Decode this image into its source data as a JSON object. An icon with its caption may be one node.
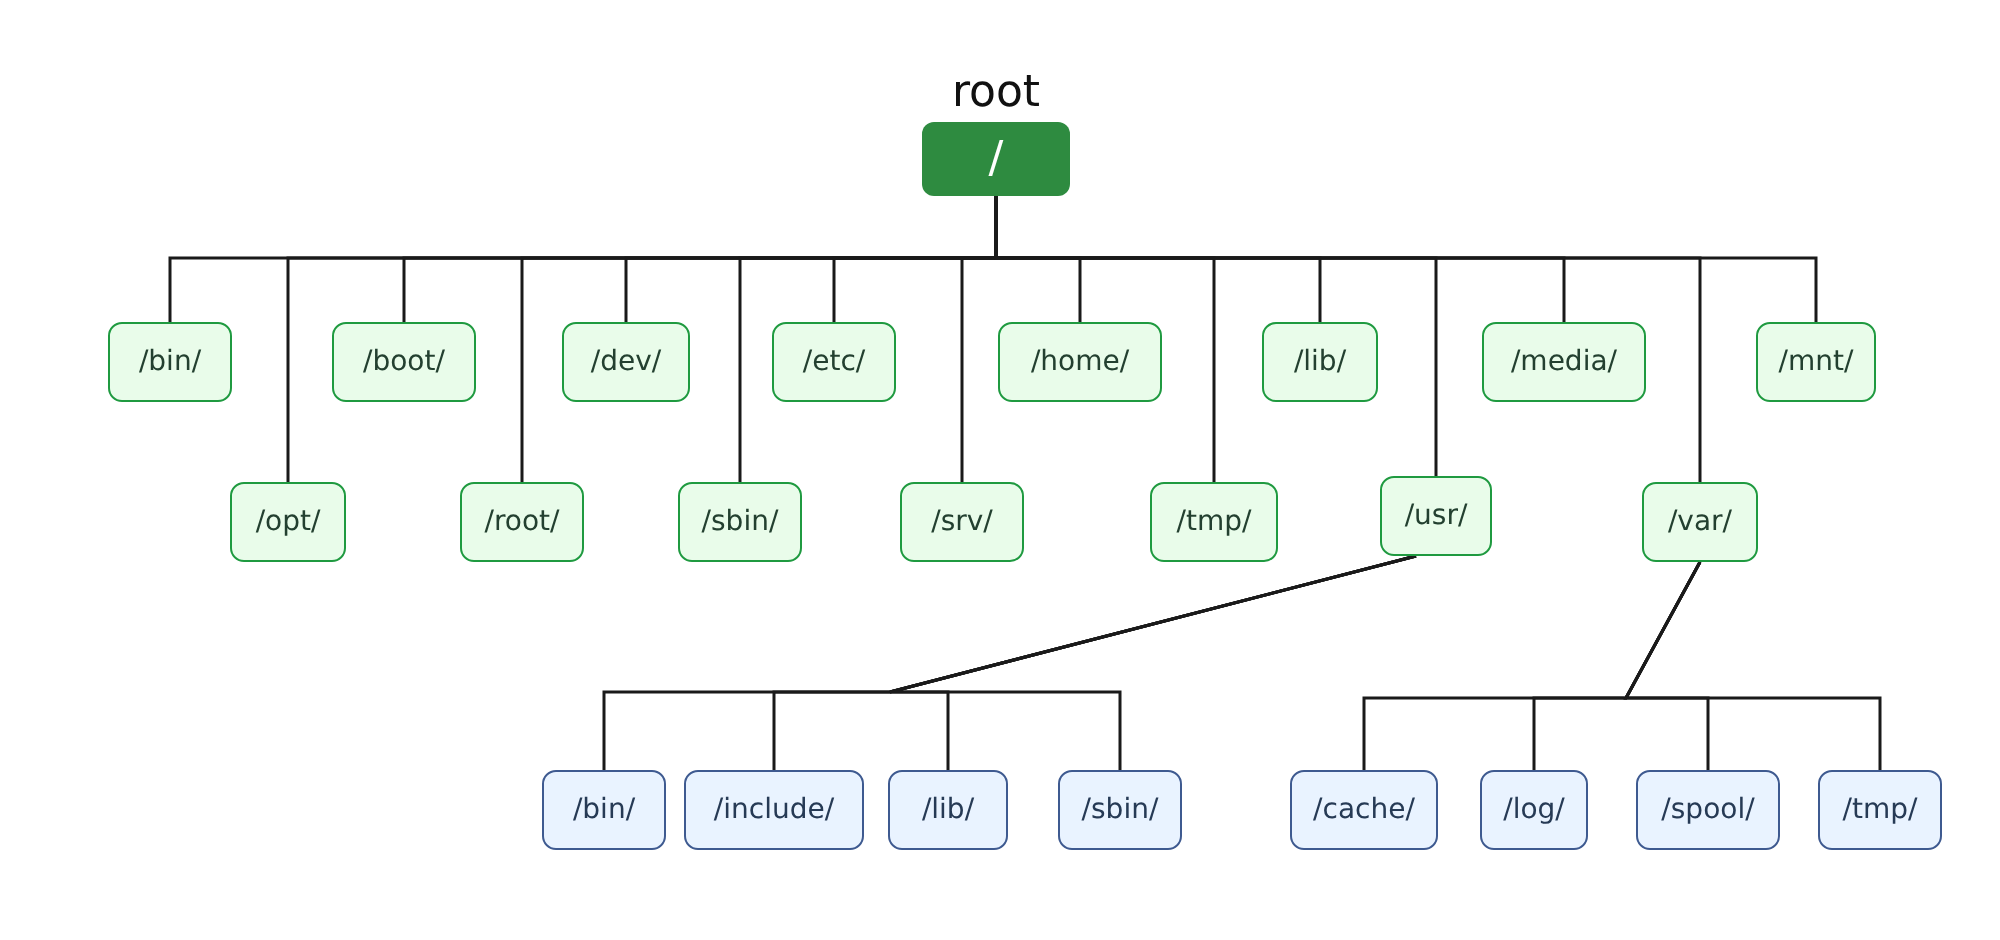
{
  "diagram": {
    "nodes": [
      {
        "text": [
          "root",
          "/"
        ]
      },
      {
        "text": [
          "/bin/"
        ]
      },
      {
        "text": [
          "/opt/"
        ]
      },
      {
        "text": [
          "/boot/"
        ]
      },
      {
        "text": [
          "/root/"
        ]
      },
      {
        "text": [
          "/dev/"
        ]
      },
      {
        "text": [
          "/sbin/"
        ]
      },
      {
        "text": [
          "/etc/"
        ]
      },
      {
        "text": [
          "/srv/"
        ]
      },
      {
        "text": [
          "/home/"
        ]
      },
      {
        "text": [
          "/tmp/"
        ]
      },
      {
        "text": [
          "/lib/"
        ]
      },
      {
        "text": [
          "/usr/"
        ]
      },
      {
        "text": [
          "/media/"
        ]
      },
      {
        "text": [
          "/var/"
        ]
      },
      {
        "text": [
          "/mnt/"
        ]
      },
      {
        "text": [
          "/bin/"
        ]
      },
      {
        "text": [
          "/include/"
        ]
      },
      {
        "text": [
          "/lib/"
        ]
      },
      {
        "text": [
          "/sbin/"
        ]
      },
      {
        "text": [
          "/cache/"
        ]
      },
      {
        "text": [
          "/log/"
        ]
      },
      {
        "text": [
          "/spool/"
        ]
      },
      {
        "text": [
          "/tmp/"
        ]
      }
    ],
    "edges": [
      {
        "from": 0,
        "to": 1,
        "arrow": "none"
      },
      {
        "from": 0,
        "to": 2,
        "arrow": "none"
      },
      {
        "from": 0,
        "to": 3,
        "arrow": "none"
      },
      {
        "from": 0,
        "to": 4,
        "arrow": "none"
      },
      {
        "from": 0,
        "to": 5,
        "arrow": "none"
      },
      {
        "from": 0,
        "to": 6,
        "arrow": "none"
      },
      {
        "from": 0,
        "to": 7,
        "arrow": "none"
      },
      {
        "from": 0,
        "to": 8,
        "arrow": "none"
      },
      {
        "from": 0,
        "to": 9,
        "arrow": "none"
      },
      {
        "from": 0,
        "to": 10,
        "arrow": "none"
      },
      {
        "from": 0,
        "to": 11,
        "arrow": "none"
      },
      {
        "from": 0,
        "to": 12,
        "arrow": "none"
      },
      {
        "from": 0,
        "to": 13,
        "arrow": "none"
      },
      {
        "from": 0,
        "to": 14,
        "arrow": "none"
      },
      {
        "from": 0,
        "to": 15,
        "arrow": "none"
      },
      {
        "from": 12,
        "to": 16,
        "arrow": "none"
      },
      {
        "from": 12,
        "to": 17,
        "arrow": "none"
      },
      {
        "from": 12,
        "to": 18,
        "arrow": "none"
      },
      {
        "from": 12,
        "to": 19,
        "arrow": "none"
      },
      {
        "from": 14,
        "to": 20,
        "arrow": "none"
      },
      {
        "from": 14,
        "to": 21,
        "arrow": "none"
      },
      {
        "from": 14,
        "to": 22,
        "arrow": "none"
      },
      {
        "from": 14,
        "to": 23,
        "arrow": "none"
      }
    ]
  }
}
